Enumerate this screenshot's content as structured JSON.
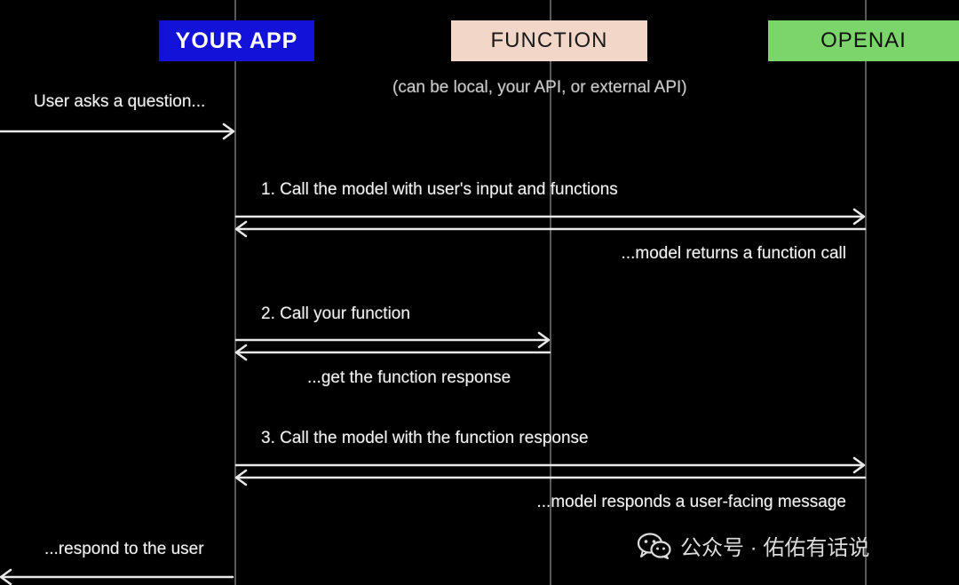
{
  "headers": {
    "app": "YOUR APP",
    "function": "FUNCTION",
    "openai": "OPENAI"
  },
  "function_note": "(can be local, your API, or external API)",
  "messages": {
    "user_asks": "User asks a question...",
    "step1": "1. Call the model with user's input and functions",
    "step1_return": "...model returns a function call",
    "step2": "2. Call your function",
    "step2_return": "...get the function response",
    "step3": "3. Call the model with the function response",
    "step3_return": "...model responds a user-facing message",
    "respond": "...respond to the user"
  },
  "watermark": {
    "text": "公众号 · 佑佑有话说",
    "icon": "wechat-icon"
  },
  "colors": {
    "background": "#000000",
    "app_header": "#1212d8",
    "function_header": "#f2d6c8",
    "openai_header": "#7bd56a",
    "arrow": "#e8e8e8",
    "lifeline": "#5a5a5a"
  }
}
